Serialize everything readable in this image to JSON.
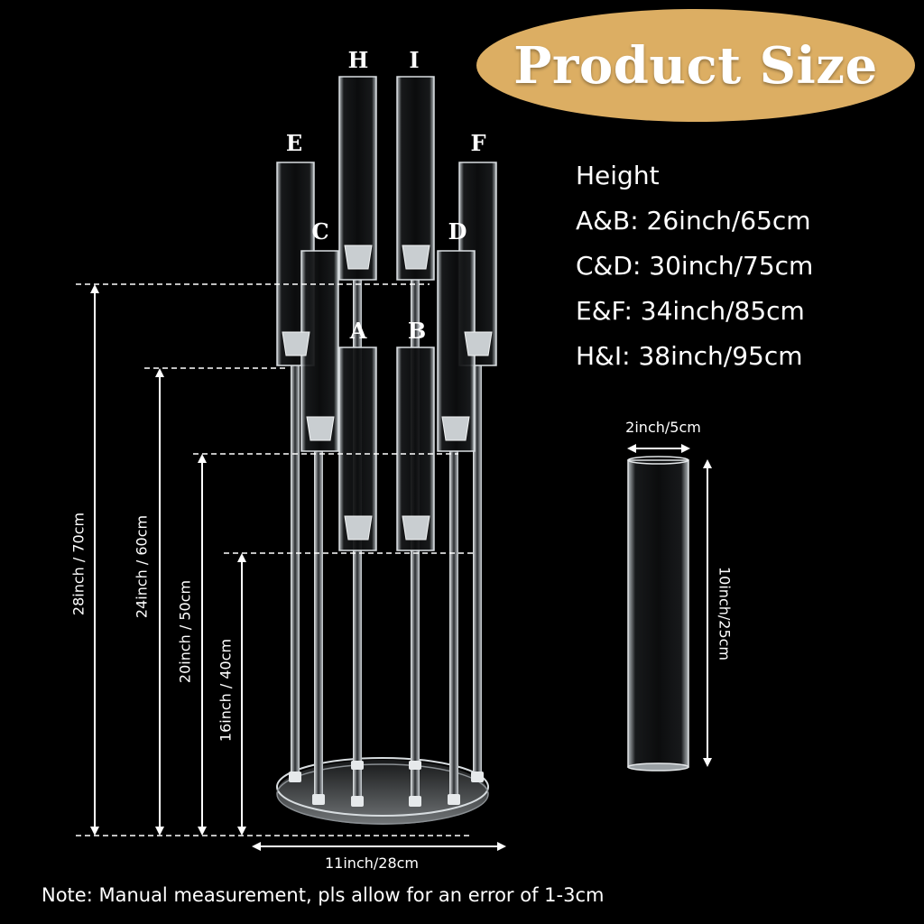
{
  "badge": {
    "title": "Product Size",
    "color": "#dcae63"
  },
  "specs": {
    "heading": "Height",
    "lines": [
      "A&B: 26inch/65cm",
      "C&D: 30inch/75cm",
      "E&F: 34inch/85cm",
      "H&I: 38inch/95cm"
    ]
  },
  "letters": [
    "A",
    "B",
    "C",
    "D",
    "E",
    "F",
    "H",
    "I"
  ],
  "dimensions": {
    "h70": "28inch / 70cm",
    "h60": "24inch / 60cm",
    "h50": "20inch / 50cm",
    "h40": "16inch / 40cm",
    "base_width": "11inch/28cm",
    "tube_width": "2inch/5cm",
    "tube_height": "10inch/25cm"
  },
  "note": "Note: Manual measurement, pls allow for an error of 1-3cm"
}
